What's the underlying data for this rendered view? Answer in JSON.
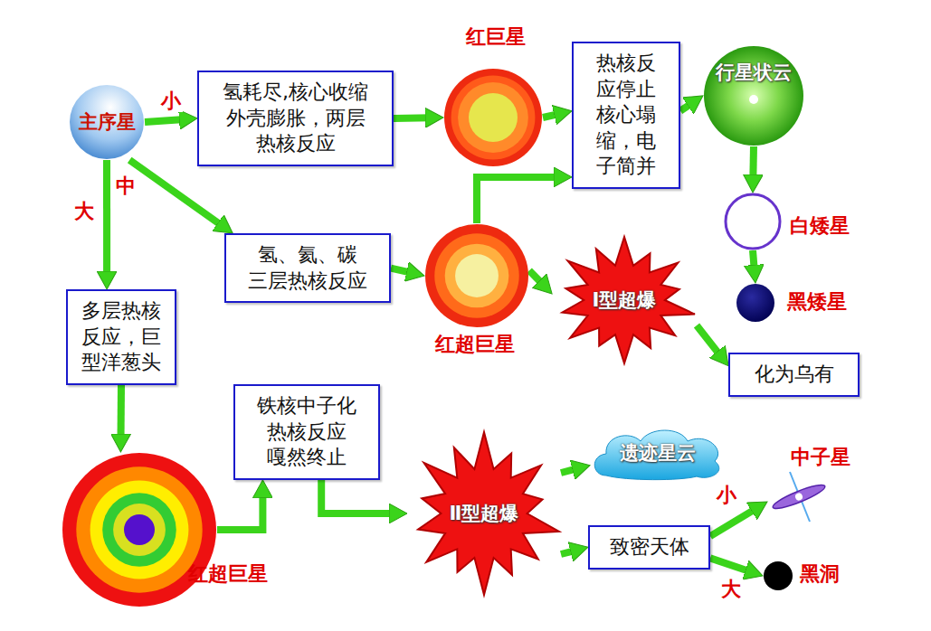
{
  "diagram": {
    "nodes": [
      {
        "text": [
          "主序星"
        ]
      },
      {
        "text": [
          "氢耗尽,核心收缩 外壳膨胀，两层 热核反应"
        ]
      },
      {
        "text": [
          "红巨星"
        ]
      },
      {
        "text": [
          "热核反 应停止 核心塌 缩，电 子简并"
        ]
      },
      {
        "text": [
          "行星状云"
        ]
      },
      {
        "text": [
          "白矮星"
        ]
      },
      {
        "text": [
          "黑矮星"
        ]
      },
      {
        "text": [
          "氢、氦、碳 三层热核反应"
        ]
      },
      {
        "text": [
          "红超巨星"
        ]
      },
      {
        "text": [
          "Ⅰ型超爆"
        ]
      },
      {
        "text": [
          "化为乌有"
        ]
      },
      {
        "text": [
          "多层热核 反应，巨 型洋葱头"
        ]
      },
      {
        "text": [
          "红超巨星"
        ]
      },
      {
        "text": [
          "铁核中子化 热核反应 嘎然终止"
        ]
      },
      {
        "text": [
          "Ⅱ型超爆"
        ]
      },
      {
        "text": [
          "遗迹星云"
        ]
      },
      {
        "text": [
          "致密天体"
        ]
      },
      {
        "text": [
          "中子星"
        ]
      },
      {
        "text": [
          "黑洞"
        ]
      }
    ],
    "edges": [
      {
        "from": 0,
        "to": 1,
        "label": "小",
        "arrow": "to"
      },
      {
        "from": 1,
        "to": 2,
        "arrow": "to"
      },
      {
        "from": 2,
        "to": 3,
        "arrow": "to"
      },
      {
        "from": 3,
        "to": 4,
        "arrow": "to"
      },
      {
        "from": 4,
        "to": 5,
        "arrow": "to"
      },
      {
        "from": 5,
        "to": 6,
        "arrow": "to"
      },
      {
        "from": 0,
        "to": 7,
        "label": "中",
        "arrow": "to"
      },
      {
        "from": 7,
        "to": 8,
        "arrow": "to"
      },
      {
        "from": 8,
        "to": 3,
        "arrow": "to"
      },
      {
        "from": 8,
        "to": 9,
        "arrow": "to"
      },
      {
        "from": 9,
        "to": 10,
        "arrow": "to"
      },
      {
        "from": 0,
        "to": 11,
        "label": "大",
        "arrow": "to"
      },
      {
        "from": 11,
        "to": 12,
        "arrow": "to"
      },
      {
        "from": 12,
        "to": 13,
        "arrow": "to"
      },
      {
        "from": 13,
        "to": 14,
        "arrow": "to"
      },
      {
        "from": 14,
        "to": 15,
        "arrow": "to"
      },
      {
        "from": 14,
        "to": 16,
        "arrow": "to"
      },
      {
        "from": 16,
        "to": 17,
        "label": "小",
        "arrow": "to"
      },
      {
        "from": 16,
        "to": 18,
        "label": "大",
        "arrow": "to"
      }
    ]
  }
}
